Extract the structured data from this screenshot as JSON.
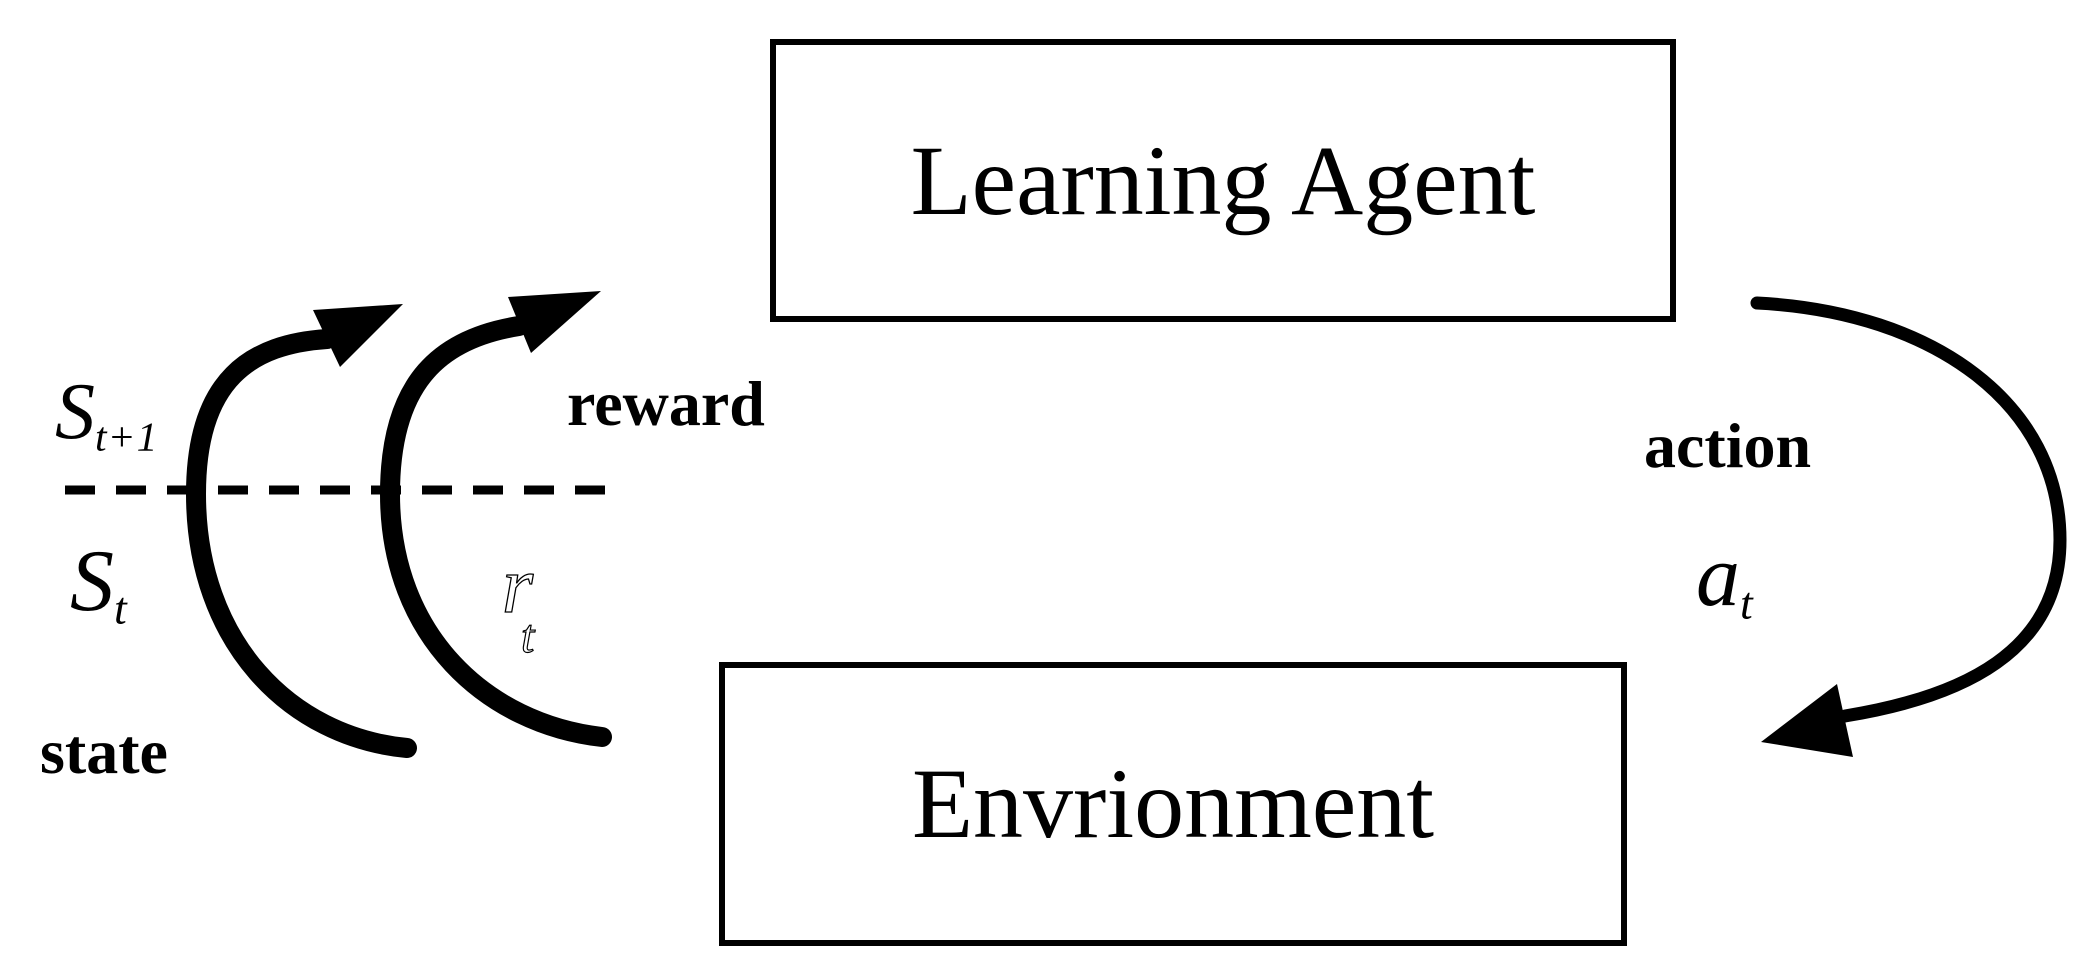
{
  "page": {
    "background_color": "#ffffff",
    "ink_color": "#000000"
  },
  "nodes": {
    "agent": "Learning Agent",
    "environment": "Envrionment"
  },
  "labels": {
    "state_word": "state",
    "reward_word": "reward",
    "action_word": "action",
    "next_state_base": "S",
    "next_state_sub": "t+1",
    "state_base": "S",
    "state_sub": "t",
    "reward_base": "r",
    "reward_sub": "t",
    "action_base": "a",
    "action_sub": "t"
  }
}
